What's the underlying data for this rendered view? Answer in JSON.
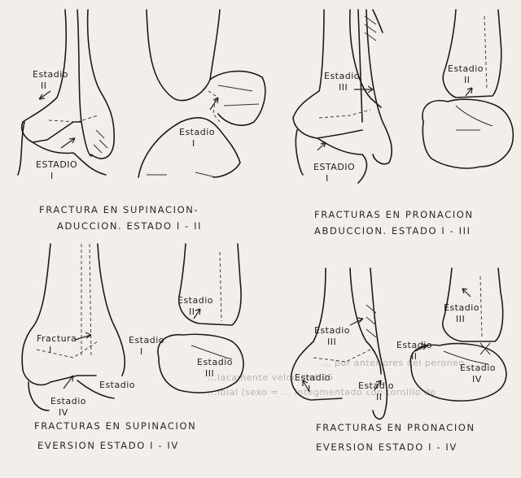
{
  "panels": [
    {
      "caption_line1": "FRACTURA EN SUPINACION-",
      "caption_line2": "ADUCCION. ESTADO I - II",
      "labels": [
        "Estadio",
        "II",
        "Estadio",
        "I",
        "ESTADIO",
        "I"
      ]
    },
    {
      "caption_line1": "FRACTURAS EN PRONACION",
      "caption_line2": "ABDUCCION. ESTADO I - III",
      "labels": [
        "Estadio",
        "III",
        "Estadio",
        "II",
        "ESTADIO",
        "I"
      ]
    },
    {
      "caption_line1": "FRACTURAS EN SUPINACION",
      "caption_line2": "EVERSION ESTADO I - IV",
      "labels": [
        "Estadio",
        "II",
        "Fractura",
        "I",
        "Estadio",
        "I",
        "Estadio",
        "III",
        "Estadio",
        "Estadio",
        "IV"
      ]
    },
    {
      "caption_line1": "FRACTURAS EN PRONACION",
      "caption_line2": "EVERSION ESTADO I - IV",
      "labels": [
        "Estadio",
        "III",
        "Estadio",
        "III",
        "Estadio",
        "II",
        "Estadio",
        "IV",
        "Estadio",
        "I",
        "Estadio",
        "II"
      ]
    }
  ],
  "bleed_through": {
    "line1": "... por anteriores del peroneo",
    "line2": "...lacamente velocidad 25",
    "line3": "...ibial (sexo = ... integmentado con tornillo de"
  }
}
